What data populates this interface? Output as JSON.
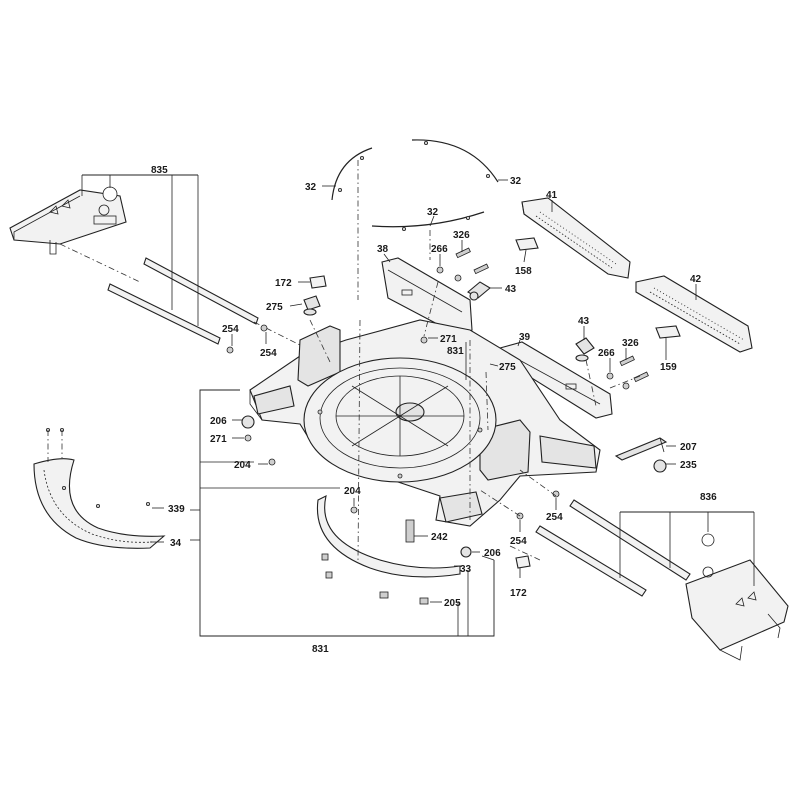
{
  "labels": {
    "l835": "835",
    "l32a": "32",
    "l32b": "32",
    "l32c": "32",
    "l41": "41",
    "l42": "42",
    "l38": "38",
    "l266a": "266",
    "l326a": "326",
    "l158": "158",
    "l172a": "172",
    "l275a": "275",
    "l43a": "43",
    "l254a": "254",
    "l254b": "254",
    "l271a": "271",
    "l831a": "831",
    "l39": "39",
    "l43b": "43",
    "l326b": "326",
    "l266b": "266",
    "l159": "159",
    "l275b": "275",
    "l206a": "206",
    "l271b": "271",
    "l207": "207",
    "l204a": "204",
    "l235": "235",
    "l204b": "204",
    "l836": "836",
    "l339": "339",
    "l254c": "254",
    "l254d": "254",
    "l242": "242",
    "l34": "34",
    "l206b": "206",
    "l33": "33",
    "l172b": "172",
    "l205": "205",
    "l831b": "831"
  }
}
